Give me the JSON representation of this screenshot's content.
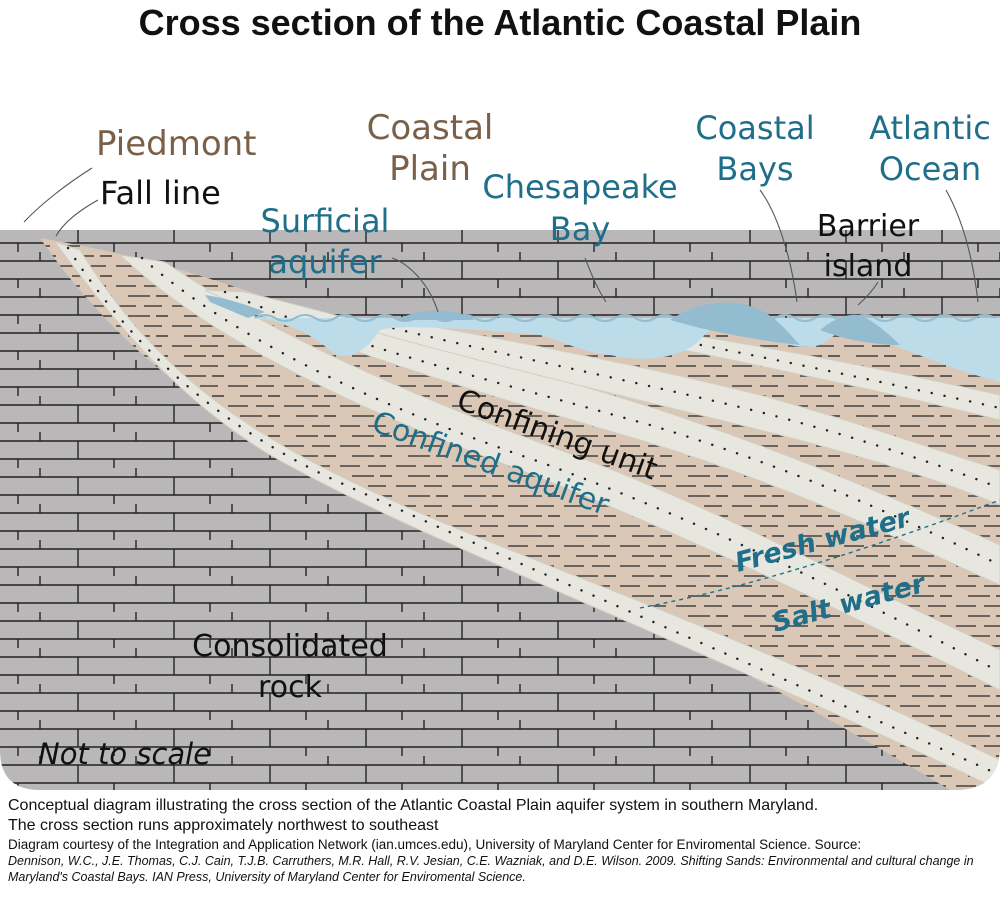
{
  "title": "Cross section of the Atlantic Coastal Plain",
  "labels": {
    "piedmont": "Piedmont",
    "fall_line": "Fall line",
    "coastal_plain_1": "Coastal",
    "coastal_plain_2": "Plain",
    "surficial_1": "Surficial",
    "surficial_2": "aquifer",
    "chesapeake_1": "Chesapeake",
    "chesapeake_2": "Bay",
    "coastal_bays_1": "Coastal",
    "coastal_bays_2": "Bays",
    "atlantic_1": "Atlantic",
    "atlantic_2": "Ocean",
    "barrier_1": "Barrier",
    "barrier_2": "island",
    "confining_unit": "Confining unit",
    "confined_aquifer": "Confined aquifer",
    "fresh_water": "Fresh water",
    "salt_water": "Salt water",
    "consolidated_1": "Consolidated",
    "consolidated_2": "rock",
    "not_to_scale": "Not to scale"
  },
  "caption": {
    "line1": "Conceptual diagram illustrating the cross section of the Atlantic Coastal Plain aquifer system in southern Maryland.",
    "line2": "The cross section runs approximately northwest to southeast",
    "line3": "Diagram courtesy of the Integration and Application Network (ian.umces.edu), University of Maryland Center for Enviromental Science. Source:",
    "line4": "Dennison, W.C., J.E. Thomas, C.J. Cain, T.J.B. Carruthers,  M.R. Hall, R.V. Jesian, C.E. Wazniak, and D.E. Wilson. 2009. Shifting Sands: Environmental and cultural change in",
    "line5": "Maryland's Coastal Bays. IAN Press, University of Maryland Center for Enviromental Science."
  },
  "colors": {
    "rock": "#b9b7b8",
    "sediment": "#dbc7b6",
    "aquifer": "#e7e7df",
    "water": "#bcdce9",
    "brown_label": "#7a6048",
    "blue_label": "#1f6f8b"
  }
}
